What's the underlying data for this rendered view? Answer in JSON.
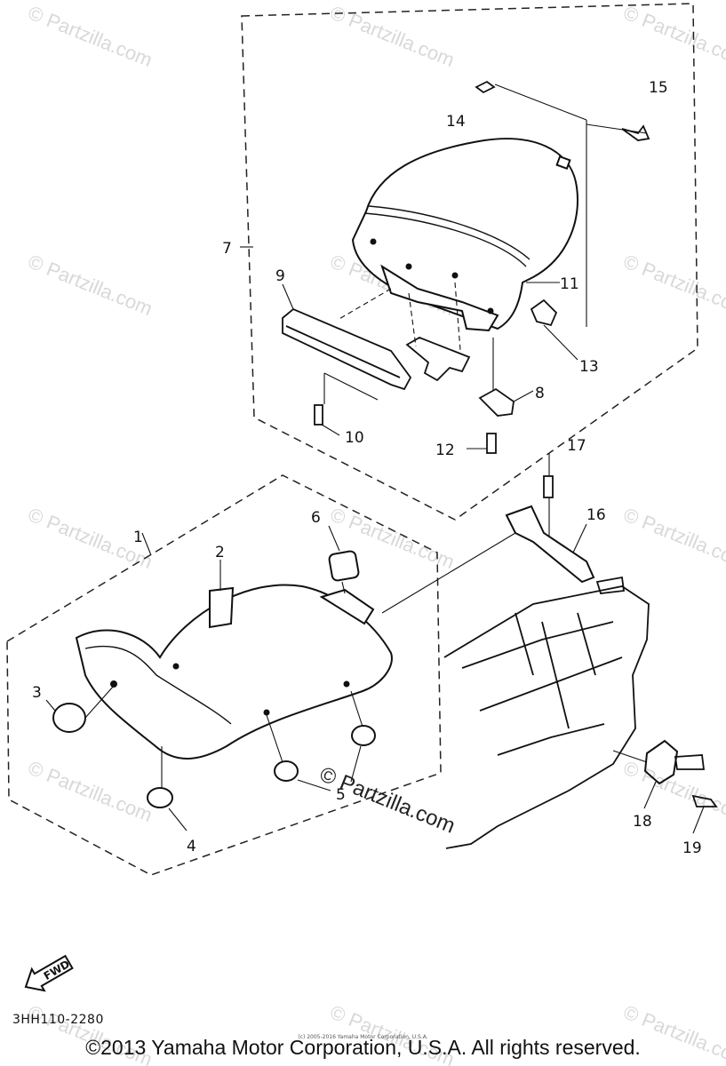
{
  "callouts": {
    "c1": "1",
    "c2": "2",
    "c3": "3",
    "c4": "4",
    "c5": "5",
    "c6": "6",
    "c7": "7",
    "c8": "8",
    "c9": "9",
    "c10": "10",
    "c11": "11",
    "c12": "12",
    "c13": "13",
    "c14": "14",
    "c15": "15",
    "c16": "16",
    "c17": "17",
    "c18": "18",
    "c19": "19"
  },
  "fwd_label": "FWD",
  "drawing_code": "3HH110-2280",
  "center_watermark": "© Partzilla.com",
  "watermark_text": "© Partzilla.com",
  "tiny_copyright": "(c) 2005-2016 Yamaha Motor Corporation, U.S.A.",
  "copyright": "©2013 Yamaha Motor Corporation, U.S.A. All rights reserved."
}
